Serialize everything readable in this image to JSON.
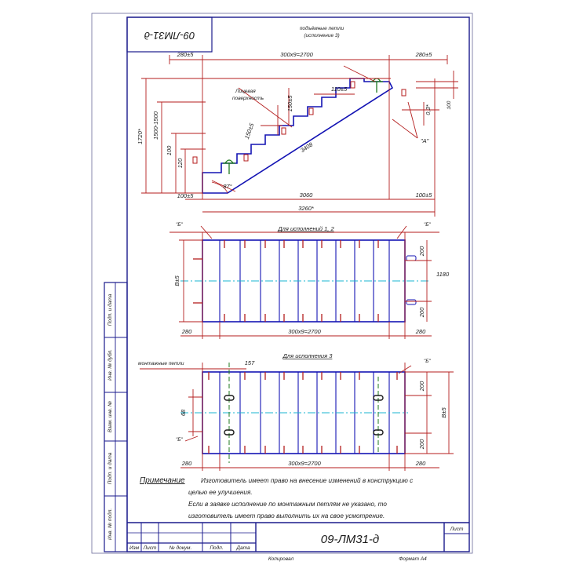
{
  "drawing": {
    "code": "09-ЛМ31-д",
    "code_mirrored": "09-ЛМ31-д",
    "elevation": {
      "dim_left_top": "280±5",
      "dim_top_span": "300х9=2700",
      "dim_right_top": "280±5",
      "label_lift_loops": "подъёмные петли",
      "label_lift_loops_sub": "(исполнение 3)",
      "label_face": "Лицевая",
      "label_face_sub": "поверхность",
      "dim_height_total": "1720*",
      "dim_height_range": "1500-1500",
      "dim_step_h": "150±5",
      "dim_step_w": "110±5",
      "dim_tread": "150±5",
      "dim_riser": "100±5",
      "dim_len_diag": "3408",
      "dim_100_left": "100",
      "dim_120": "120",
      "dim_angle_a": "0,3*",
      "dim_100_right": "100",
      "label_a": "\"А\"",
      "dim_angle": "87°",
      "dim_100_bottom_left": "100±5",
      "dim_3060": "3060",
      "dim_100_bottom_right": "100±5",
      "dim_3260": "3260*"
    },
    "plan1": {
      "title": "Для исполнений 1, 2",
      "label_b_left": "\"Б\"",
      "label_b_right": "\"Б\"",
      "dim_height": "В±5",
      "dim_200_top": "200",
      "dim_1180": "1180",
      "dim_200_bottom": "200",
      "dim_280_left": "280",
      "dim_span": "300х9=2700",
      "dim_280_right": "280"
    },
    "plan3": {
      "title": "Для исполнения 3",
      "label_mount_loops": "монтажные петли",
      "dim_157": "157",
      "label_b_right": "\"Б\"",
      "dim_68": "68",
      "dim_200_top": "200",
      "dim_height": "В±5",
      "label_b_left": "\"Б\"",
      "dim_200_bottom": "200",
      "dim_280_left": "280",
      "dim_span": "300х9=2700",
      "dim_280_right": "280"
    },
    "note": {
      "heading": "Примечание",
      "line1": "Изготовитель имеет право на внесение изменений в конструкцию с",
      "line2": "целью ее улучшения.",
      "line3": "Если в заявке исполнение по монтажным петлям не указано, то",
      "line4": "изготовитель имеет право выполнить их на свое усмотрение."
    },
    "side_stamp": [
      "Подп. и дата",
      "Инв. № дубл.",
      "Взам. инв. №",
      "Подп. и дата",
      "Инв. № подл."
    ],
    "title_block": {
      "headers": [
        "Изм",
        "Лист",
        "№ докум.",
        "Подп.",
        "Дата"
      ],
      "sheet_label": "Лист",
      "copied": "Копировал",
      "format": "Формат   А4"
    }
  },
  "colors": {
    "frame": "#1a1a8c",
    "stair": "#1414b4",
    "dimension": "#b41e1e",
    "axis": "#19b4d2",
    "loop": "#1e7a1e"
  }
}
